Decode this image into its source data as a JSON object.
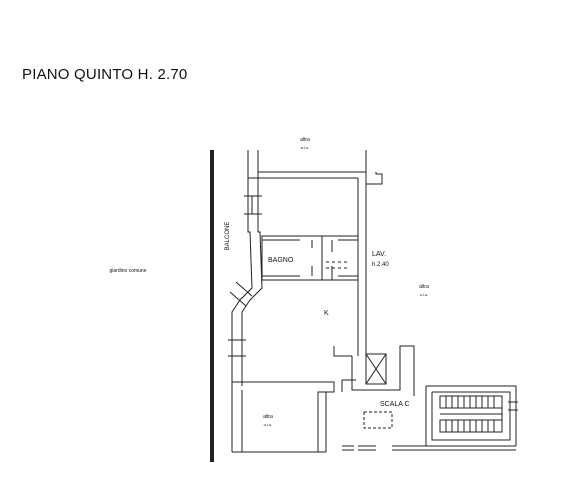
{
  "title": "PIANO QUINTO H. 2.70",
  "labels": {
    "altra_top": "altra",
    "altra_top_sub": "a.i.u.",
    "balcone": "BALCONE",
    "bagno": "BAGNO",
    "lav": "LAV.",
    "lav_height": "h.2.40",
    "altra_right": "altra",
    "altra_right_sub": "u.i.u.",
    "k": "K",
    "giardino": "giardino comune",
    "scala": "SCALA C",
    "altra_bottom": "altra",
    "altra_bottom_sub": "u.i.u."
  },
  "colors": {
    "line": "#222222",
    "wall_fill": "#ffffff"
  }
}
